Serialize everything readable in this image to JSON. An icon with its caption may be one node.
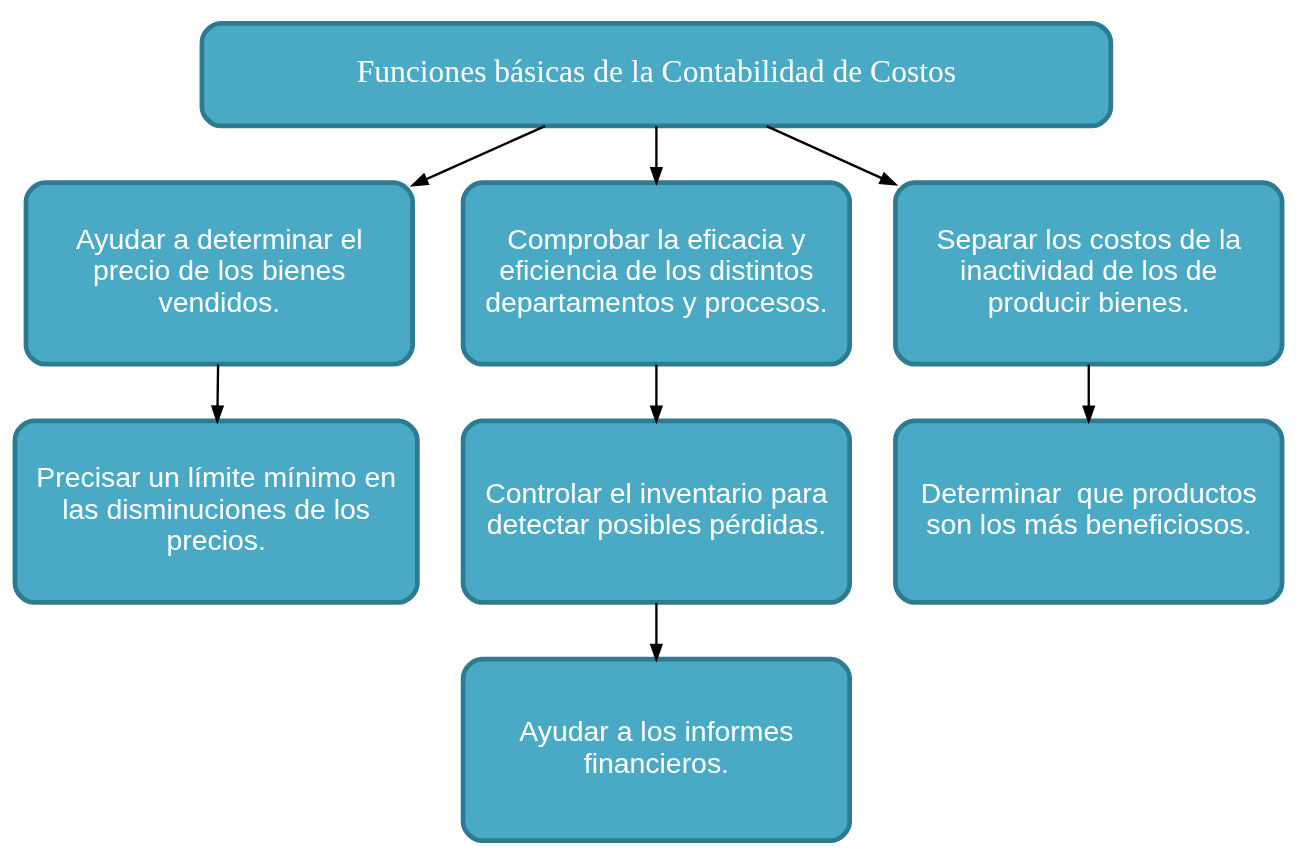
{
  "diagram": {
    "nodes": [
      {
        "text": [
          "Funciones básicas de la Contabilidad de Costos"
        ]
      },
      {
        "text": [
          "Ayudar a determinar el precio de los bienes vendidos."
        ]
      },
      {
        "text": [
          "Comprobar la eficacia y eficiencia de los distintos departamentos y procesos."
        ]
      },
      {
        "text": [
          "Separar los costos de la inactividad de los de producir bienes."
        ]
      },
      {
        "text": [
          "Precisar un límite mínimo en las disminuciones de los precios."
        ]
      },
      {
        "text": [
          "Controlar el inventario para detectar posibles pérdidas."
        ]
      },
      {
        "text": [
          "Ayudar a los informes financieros."
        ]
      },
      {
        "text": [
          "Determinar  que productos son los más beneficiosos."
        ]
      }
    ],
    "edges": [
      {
        "from": 0,
        "to": 1,
        "arrow": "to"
      },
      {
        "from": 0,
        "to": 2,
        "arrow": "to"
      },
      {
        "from": 0,
        "to": 3,
        "arrow": "to"
      },
      {
        "from": 1,
        "to": 4,
        "arrow": "to"
      },
      {
        "from": 2,
        "to": 5,
        "arrow": "to"
      },
      {
        "from": 5,
        "to": 6,
        "arrow": "to"
      },
      {
        "from": 3,
        "to": 7,
        "arrow": "to"
      }
    ]
  }
}
